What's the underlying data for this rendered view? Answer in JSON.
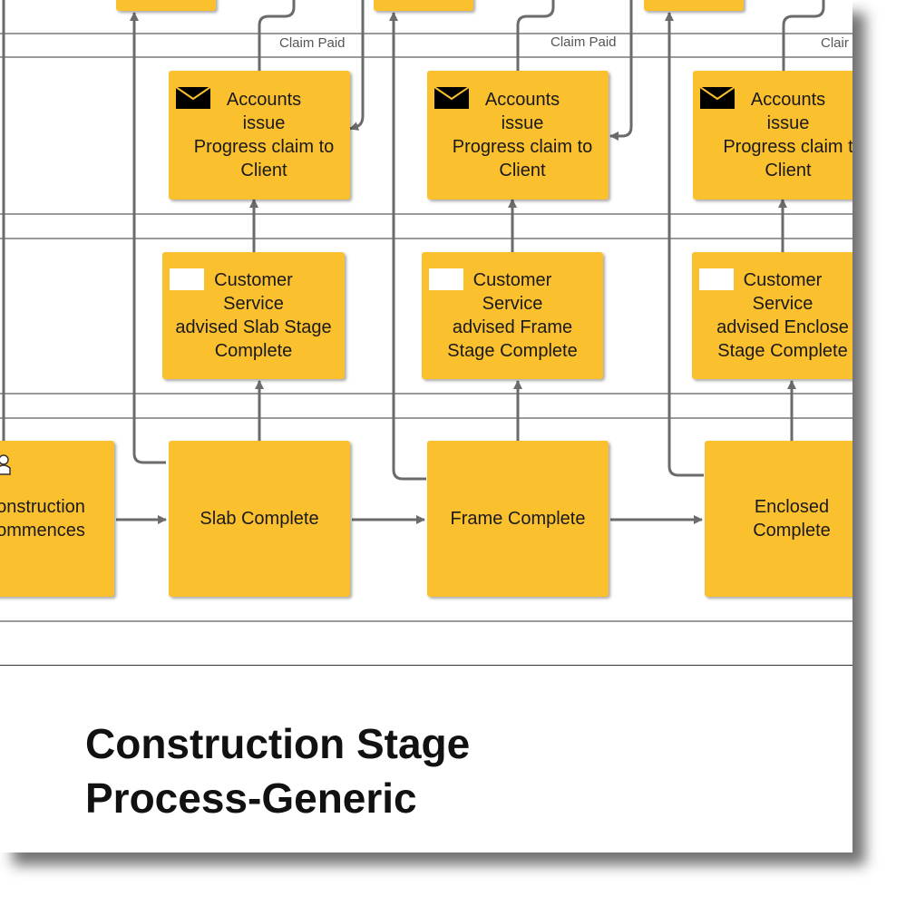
{
  "title_line1": "Construction Stage",
  "title_line2": "Process-Generic",
  "flow_labels": {
    "claim_paid_1": "Claim Paid",
    "claim_paid_2": "Claim Paid",
    "claim_paid_3": "Clair"
  },
  "accounts_boxes": [
    "Accounts\nissue\nProgress claim to\nClient",
    "Accounts\nissue\nProgress claim to\nClient",
    "Accounts\nissue\nProgress claim t\nClient"
  ],
  "customer_service_boxes": [
    "Customer\nService\nadvised Slab Stage\nComplete",
    "Customer\nService\nadvised Frame\nStage Complete",
    "Customer\nService\nadvised Enclose\nStage Complete"
  ],
  "stage_boxes": {
    "construction": "onstruction\nommences",
    "slab": "Slab Complete",
    "frame": "Frame Complete",
    "enclosed": "Enclosed\nComplete"
  },
  "colors": {
    "box_fill": "#fbc02d",
    "connector": "#6b6b6b",
    "lane_line": "#9a9a9a"
  },
  "icons": {
    "accounts": "envelope-icon",
    "customer_service": "message-card-icon",
    "construction": "worker-icon"
  }
}
